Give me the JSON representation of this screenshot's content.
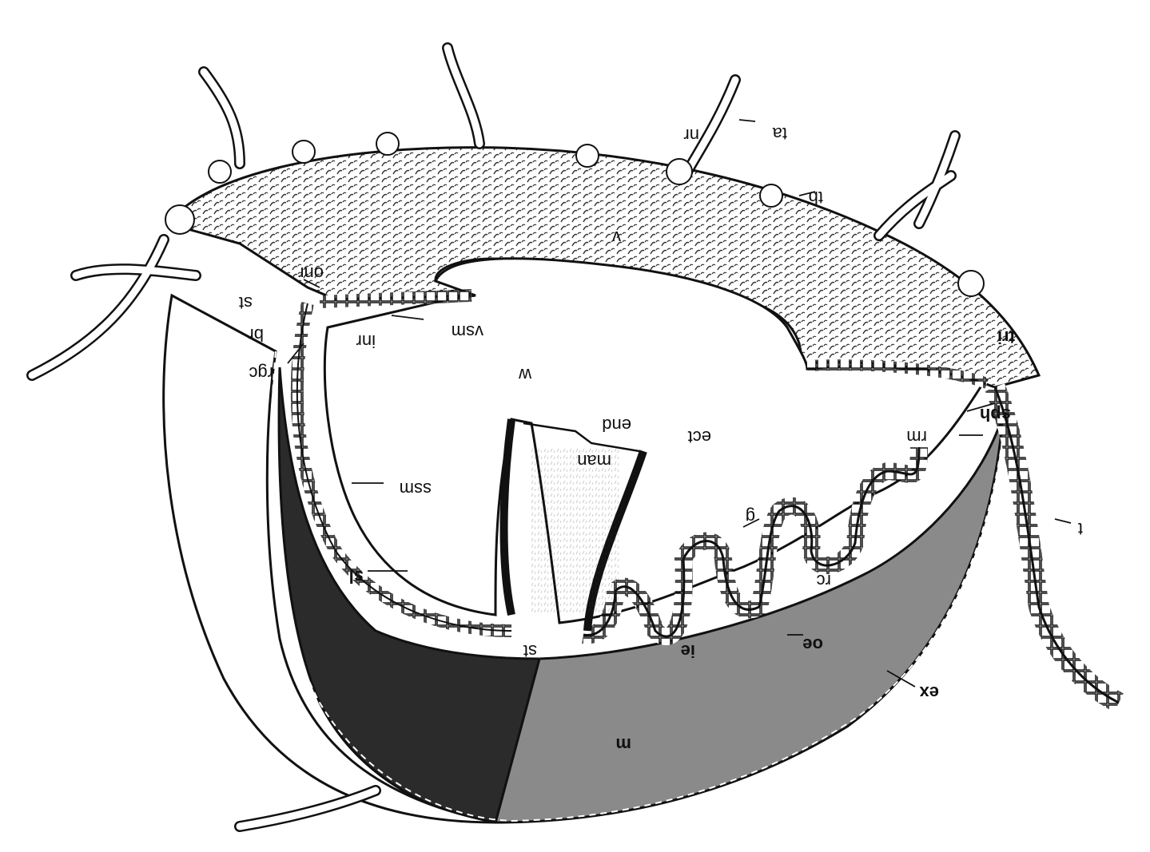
{
  "labels": {
    "v": "v",
    "tb": "tb",
    "ta": "ta",
    "nr": "nr",
    "onr": "onr",
    "st_top": "st",
    "br": "br",
    "inr": "inr",
    "vsm": "vsm",
    "rgc": "rgc",
    "tri": "tri",
    "sph": "sph",
    "rm": "rm",
    "ect": "ect",
    "end": "end",
    "man": "man",
    "w": "w",
    "ssm": "ssm",
    "sl": "sl",
    "g": "g",
    "rc": "rc",
    "t": "t",
    "oe": "oe",
    "ie": "ie",
    "st_bottom": "st",
    "ex": "ex",
    "m": "m"
  },
  "colors": {
    "ink": "#111111",
    "dark_muscle": "#2b2b2b",
    "grey_muscle": "#8a8a8a",
    "stipple": "#444444",
    "background": "#ffffff"
  }
}
